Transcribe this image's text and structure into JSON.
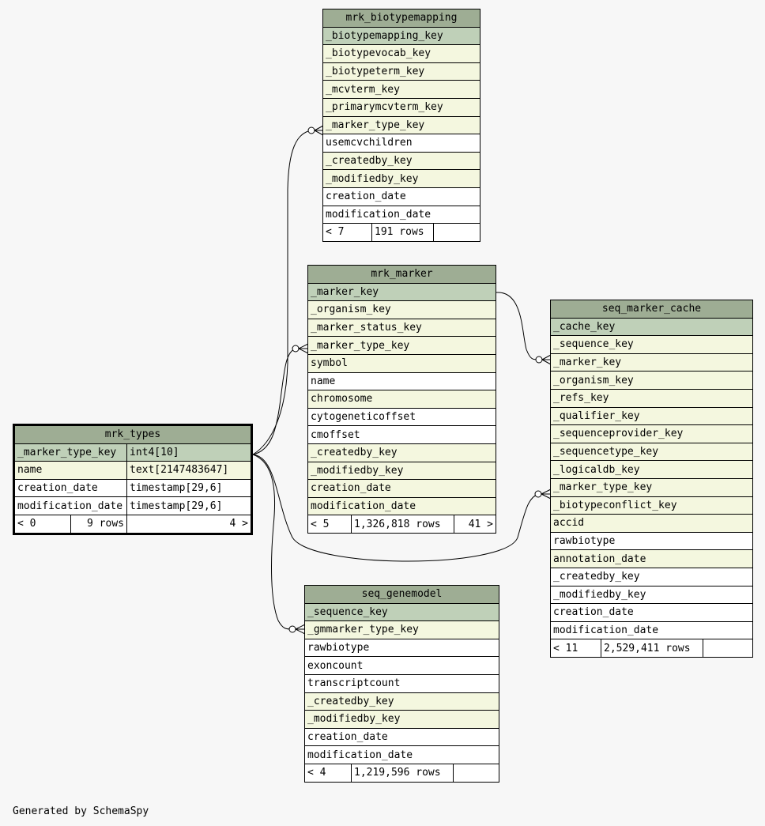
{
  "footer": "Generated by SchemaSpy",
  "tables": {
    "mrk_biotypemapping": {
      "name": "mrk_biotypemapping",
      "pk": "_biotypemapping_key",
      "rows": [
        {
          "t": "fk",
          "c": "_biotypevocab_key"
        },
        {
          "t": "fk",
          "c": "_biotypeterm_key"
        },
        {
          "t": "fk",
          "c": "_mcvterm_key"
        },
        {
          "t": "fk",
          "c": "_primarymcvterm_key"
        },
        {
          "t": "fk",
          "c": "_marker_type_key"
        },
        {
          "t": "plain",
          "c": "usemcvchildren"
        },
        {
          "t": "fk",
          "c": "_createdby_key"
        },
        {
          "t": "fk",
          "c": "_modifiedby_key"
        },
        {
          "t": "plain",
          "c": "creation_date"
        },
        {
          "t": "plain",
          "c": "modification_date"
        }
      ],
      "footer": [
        "< 7",
        "191 rows",
        ""
      ]
    },
    "mrk_marker": {
      "name": "mrk_marker",
      "pk": "_marker_key",
      "rows": [
        {
          "t": "fk",
          "c": "_organism_key"
        },
        {
          "t": "fk",
          "c": "_marker_status_key"
        },
        {
          "t": "fk",
          "c": "_marker_type_key"
        },
        {
          "t": "fk",
          "c": "symbol"
        },
        {
          "t": "plain",
          "c": "name"
        },
        {
          "t": "fk",
          "c": "chromosome"
        },
        {
          "t": "plain",
          "c": "cytogeneticoffset"
        },
        {
          "t": "plain",
          "c": "cmoffset"
        },
        {
          "t": "fk",
          "c": "_createdby_key"
        },
        {
          "t": "fk",
          "c": "_modifiedby_key"
        },
        {
          "t": "fk",
          "c": "creation_date"
        },
        {
          "t": "fk",
          "c": "modification_date"
        }
      ],
      "footer": [
        "< 5",
        "1,326,818 rows",
        "41 >"
      ]
    },
    "seq_marker_cache": {
      "name": "seq_marker_cache",
      "pk": "_cache_key",
      "rows": [
        {
          "t": "fk",
          "c": "_sequence_key"
        },
        {
          "t": "fk",
          "c": "_marker_key"
        },
        {
          "t": "fk",
          "c": "_organism_key"
        },
        {
          "t": "fk",
          "c": "_refs_key"
        },
        {
          "t": "fk",
          "c": "_qualifier_key"
        },
        {
          "t": "fk",
          "c": "_sequenceprovider_key"
        },
        {
          "t": "fk",
          "c": "_sequencetype_key"
        },
        {
          "t": "fk",
          "c": "_logicaldb_key"
        },
        {
          "t": "fk",
          "c": "_marker_type_key"
        },
        {
          "t": "fk",
          "c": "_biotypeconflict_key"
        },
        {
          "t": "fk",
          "c": "accid"
        },
        {
          "t": "plain",
          "c": "rawbiotype"
        },
        {
          "t": "fk",
          "c": "annotation_date"
        },
        {
          "t": "plain",
          "c": "_createdby_key"
        },
        {
          "t": "plain",
          "c": "_modifiedby_key"
        },
        {
          "t": "plain",
          "c": "creation_date"
        },
        {
          "t": "plain",
          "c": "modification_date"
        }
      ],
      "footer": [
        "< 11",
        "2,529,411 rows",
        ""
      ]
    },
    "seq_genemodel": {
      "name": "seq_genemodel",
      "pk": "_sequence_key",
      "rows": [
        {
          "t": "fk",
          "c": "_gmmarker_type_key"
        },
        {
          "t": "plain",
          "c": "rawbiotype"
        },
        {
          "t": "plain",
          "c": "exoncount"
        },
        {
          "t": "plain",
          "c": "transcriptcount"
        },
        {
          "t": "fk",
          "c": "_createdby_key"
        },
        {
          "t": "fk",
          "c": "_modifiedby_key"
        },
        {
          "t": "plain",
          "c": "creation_date"
        },
        {
          "t": "plain",
          "c": "modification_date"
        }
      ],
      "footer": [
        "< 4",
        "1,219,596 rows",
        ""
      ]
    },
    "mrk_types": {
      "name": "mrk_types",
      "rows": [
        {
          "t": "pk",
          "c": "_marker_type_key",
          "ty": "int4[10]"
        },
        {
          "t": "fk",
          "c": "name",
          "ty": "text[2147483647]"
        },
        {
          "t": "plain",
          "c": "creation_date",
          "ty": "timestamp[29,6]"
        },
        {
          "t": "plain",
          "c": "modification_date",
          "ty": "timestamp[29,6]"
        }
      ],
      "footer": [
        "< 0",
        "9 rows",
        "4 >"
      ]
    }
  }
}
